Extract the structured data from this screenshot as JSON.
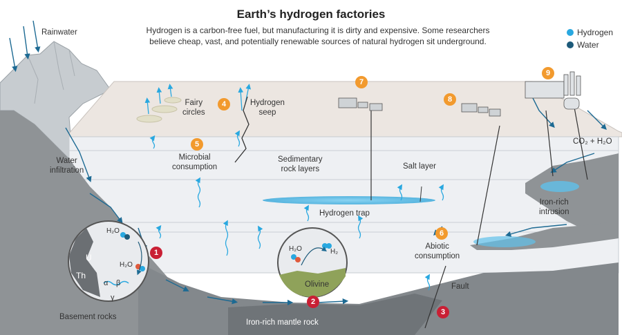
{
  "header": {
    "title": "Earth’s hydrogen factories",
    "subtitle_line1": "Hydrogen is a carbon-free fuel, but manufacturing it is dirty and expensive. Some researchers",
    "subtitle_line2": "believe cheap, vast, and potentially renewable sources of natural hydrogen sit underground."
  },
  "legend": {
    "hydrogen": "Hydrogen",
    "water": "Water",
    "hydrogen_color": "#29a8e0",
    "water_color": "#1d5a7a"
  },
  "labels": {
    "rainwater": "Rainwater",
    "water_infiltration_1": "Water",
    "water_infiltration_2": "infiltration",
    "fairy_circles_1": "Fairy",
    "fairy_circles_2": "circles",
    "hydrogen_seep_1": "Hydrogen",
    "hydrogen_seep_2": "seep",
    "microbial_1": "Microbial",
    "microbial_2": "consumption",
    "sedimentary_1": "Sedimentary",
    "sedimentary_2": "rock layers",
    "salt_layer": "Salt layer",
    "hydrogen_trap": "Hydrogen trap",
    "co2_h2o": "CO₂ + H₂O",
    "iron_intrusion_1": "Iron-rich",
    "iron_intrusion_2": "intrusion",
    "abiotic_1": "Abiotic",
    "abiotic_2": "consumption",
    "fault": "Fault",
    "basement_rocks": "Basement rocks",
    "mantle_rock": "Iron-rich mantle rock",
    "olivine": "Olivine",
    "circle1_u": "U",
    "circle1_th": "Th",
    "circle1_h2o_top": "H₂O",
    "circle1_h2o_mid": "H₂O",
    "circle1_alpha": "α",
    "circle1_beta": "β",
    "circle1_gamma": "γ",
    "circle2_h2o": "H₂O",
    "circle2_h2": "H₂"
  },
  "badges": {
    "b1": "1",
    "b2": "2",
    "b3": "3",
    "b4": "4",
    "b5": "5",
    "b6": "6",
    "b7": "7",
    "b8": "8",
    "b9": "9"
  },
  "colors": {
    "orange": "#f29a2e",
    "red": "#c91f34",
    "surface": "#ece6e1",
    "sediment": "#eef0f3",
    "basement": "#8f9396",
    "mantle": "#6f7478",
    "olivine": "#8fa25a"
  }
}
